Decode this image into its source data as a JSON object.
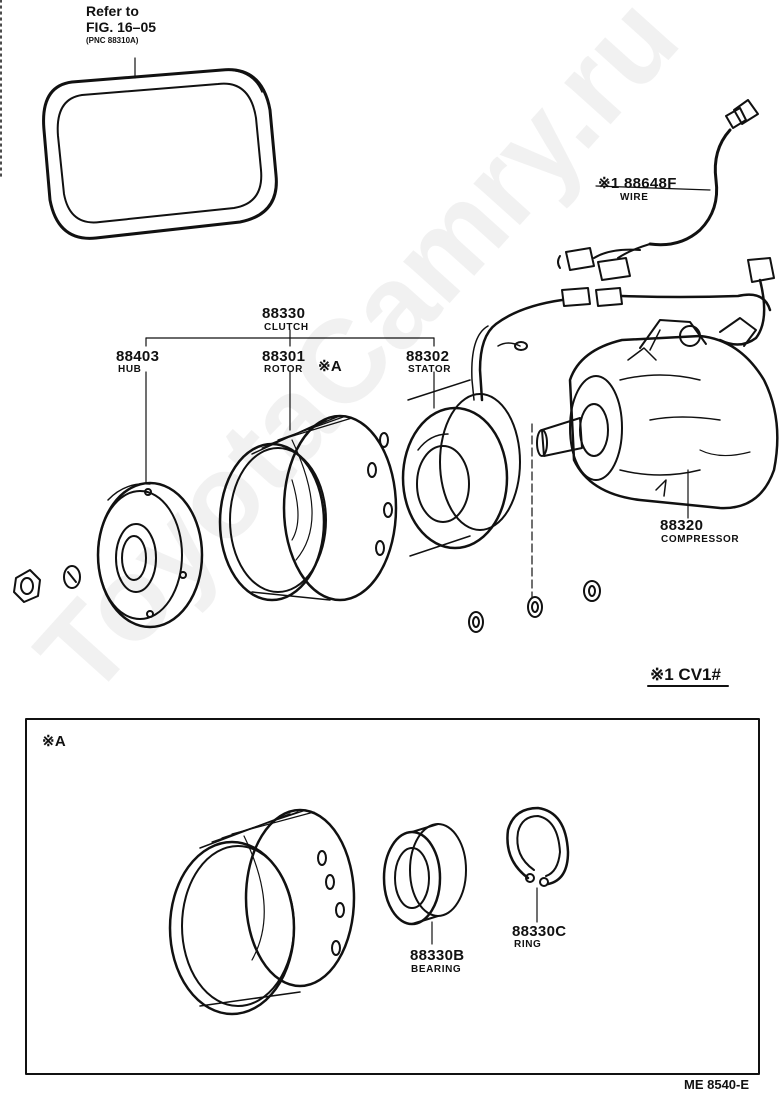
{
  "reference": {
    "line1": "Refer to",
    "line2": "FIG. 16–05",
    "line3": "(PNC 88310A)"
  },
  "watermark": "ToyotaCamry.ru",
  "parts": {
    "wire": {
      "pn": "※1 88648F",
      "name": "WIRE"
    },
    "clutch": {
      "pn": "88330",
      "name": "CLUTCH"
    },
    "hub": {
      "pn": "88403",
      "name": "HUB"
    },
    "rotor": {
      "pn": "88301",
      "name": "ROTOR",
      "mark": "※A"
    },
    "stator": {
      "pn": "88302",
      "name": "STATOR"
    },
    "compressor": {
      "pn": "88320",
      "name": "COMPRESSOR"
    },
    "bearing": {
      "pn": "88330B",
      "name": "BEARING"
    },
    "ring": {
      "pn": "88330C",
      "name": "RING"
    }
  },
  "note": "※1 CV1#",
  "detail": {
    "title": "※A"
  },
  "figure_id": "ME 8540-E"
}
